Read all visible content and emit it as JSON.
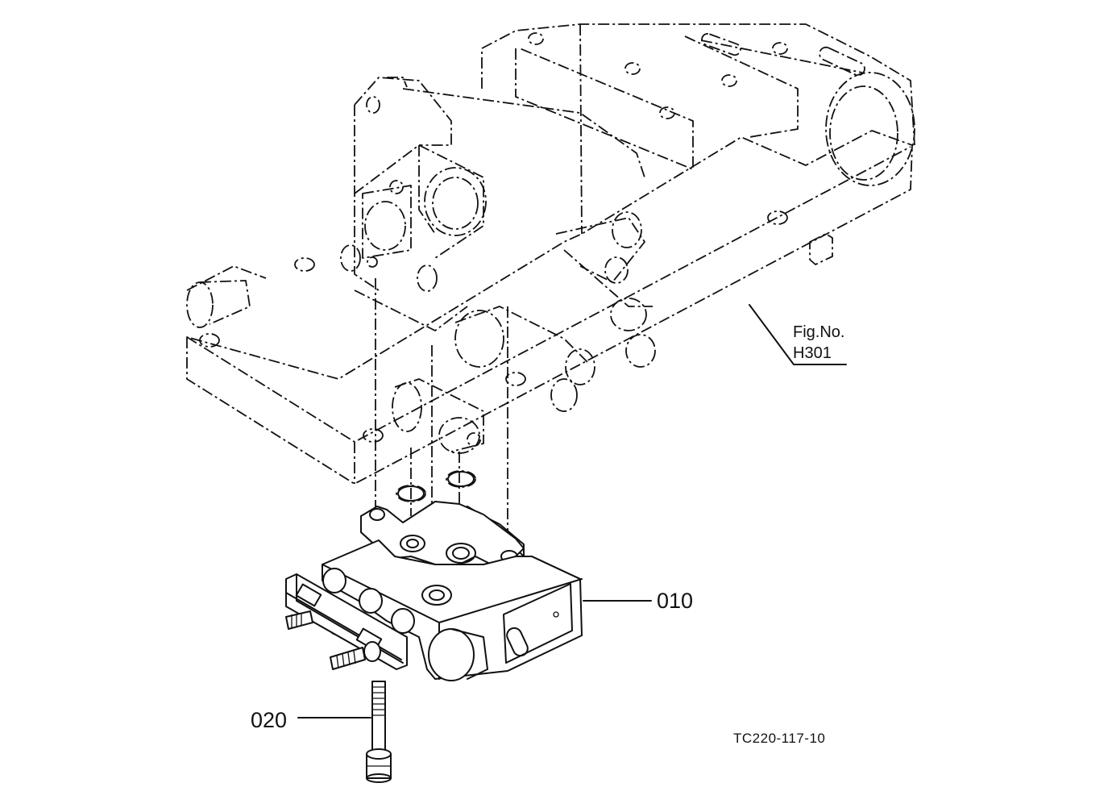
{
  "labels": {
    "part_010": "010",
    "part_020": "020",
    "fig_line1": "Fig.No.",
    "fig_line2": "H301",
    "drawing_ref": "TC220-117-10"
  }
}
